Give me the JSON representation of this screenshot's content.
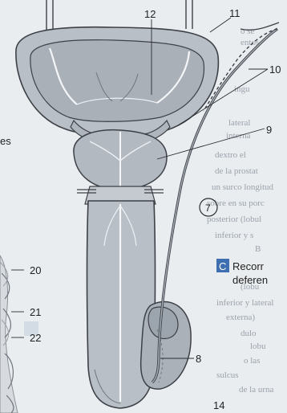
{
  "labels": {
    "l7": "7",
    "l8": "8",
    "l9": "9",
    "l10": "10",
    "l11": "11",
    "l12": "12",
    "l14": "14",
    "l20": "20",
    "l21": "21",
    "l22": "22"
  },
  "caption": {
    "letter": "C",
    "line1": "Recorr",
    "line2": "deferen"
  },
  "left_edge_text": "es",
  "background_text": [
    "o se",
    "entos",
    "ingu",
    "lateral",
    "interna",
    "dextro el",
    "de la prostat",
    "un surco longitud",
    "sobre en su porc",
    "posterior (lobul",
    "inferior y s",
    "B",
    "(lobu",
    "inferior y lateral",
    "externa)",
    "dulo",
    "lobu",
    "o las",
    "sulcus",
    "de la urna"
  ],
  "colors": {
    "background": "#e9edf0",
    "organ_fill": "#b9bfc6",
    "organ_stroke": "#3d4147",
    "inner_fill": "#a6adb5",
    "caption_box": "#3f6fb0"
  }
}
